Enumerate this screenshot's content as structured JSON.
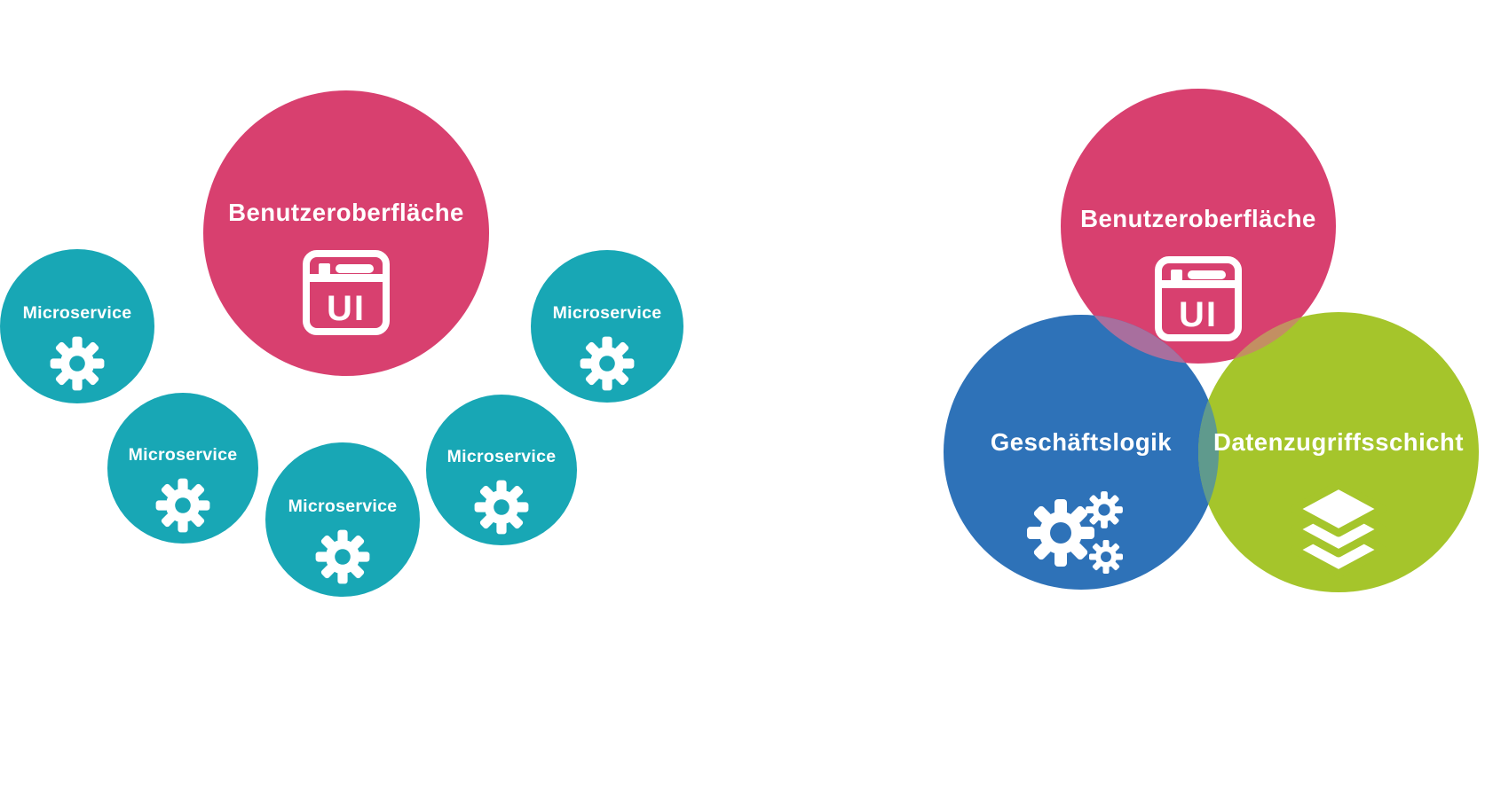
{
  "left_diagram": {
    "title_hidden": "",
    "ui_circle": {
      "label": "Benutzeroberfläche",
      "icon": "browser-ui-icon",
      "icon_label": "UI",
      "color": "#D8406F"
    },
    "microservice_color": "#18A7B5",
    "microservices": [
      {
        "label": "Microservice",
        "icon": "gear-icon"
      },
      {
        "label": "Microservice",
        "icon": "gear-icon"
      },
      {
        "label": "Microservice",
        "icon": "gear-icon"
      },
      {
        "label": "Microservice",
        "icon": "gear-icon"
      },
      {
        "label": "Microservice",
        "icon": "gear-icon"
      }
    ]
  },
  "right_diagram": {
    "ui_circle": {
      "label": "Benutzeroberfläche",
      "icon": "browser-ui-icon",
      "icon_label": "UI",
      "color": "#D8406F"
    },
    "logic_circle": {
      "label": "Geschäftslogik",
      "icon": "gears-icon",
      "color": "#2E72B8"
    },
    "data_circle": {
      "label": "Datenzugriffsschicht",
      "icon": "layers-icon",
      "color": "#A5C52B"
    },
    "overlap_colors": {
      "pink_blue": "#A86F9E",
      "pink_green": "#C38F62",
      "blue_green": "#5F9A8D"
    }
  },
  "text_color": "#FFFFFF",
  "background": "#FFFFFF"
}
